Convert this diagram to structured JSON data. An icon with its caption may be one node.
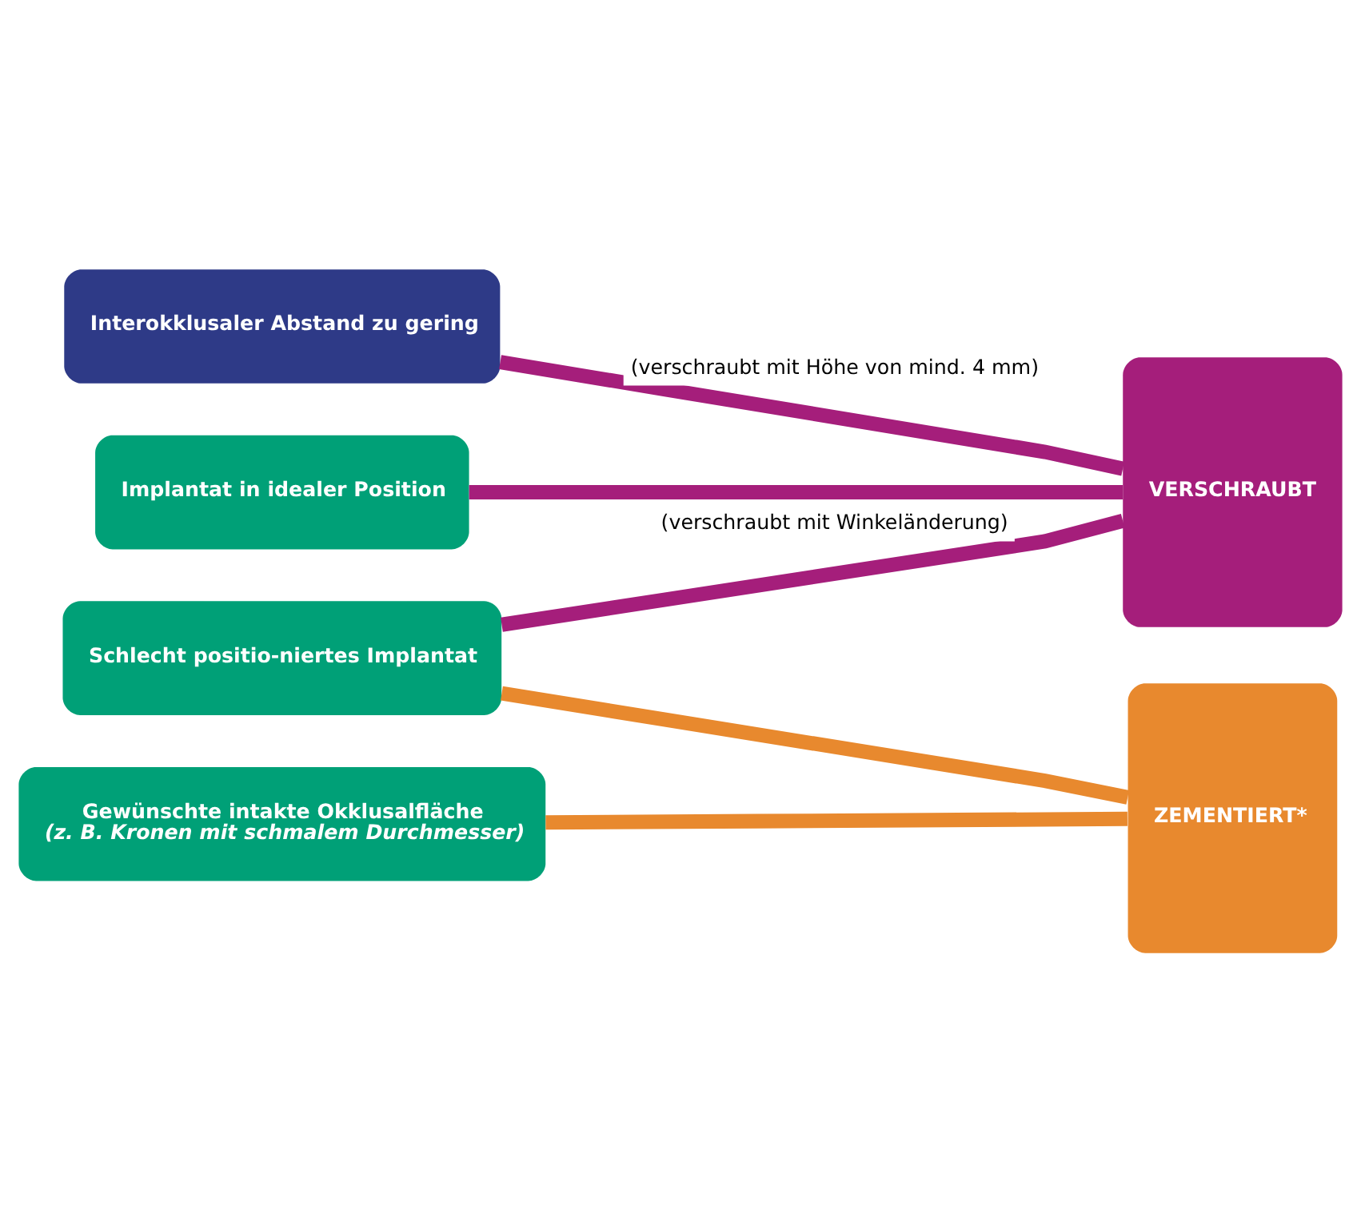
{
  "diagram": {
    "nodes": [
      {
        "text": [
          "Interokklusaler Abstand zu gering"
        ]
      },
      {
        "text": [
          "Implantat in idealer Position"
        ]
      },
      {
        "text": [
          "Schlecht positio-niertes Implantat"
        ]
      },
      {
        "text": [
          "Gewünschte intakte Okklusalfläche",
          "(z. B. Kronen mit schmalem Durchmesser)"
        ]
      },
      {
        "text": [
          "VERSCHRAUBT"
        ]
      },
      {
        "text": [
          "ZEMENTIERT*"
        ]
      }
    ],
    "edges": [
      {
        "from": 0,
        "to": 4,
        "arrow": "none",
        "label": "(verschraubt mit Höhe von mind. 4 mm)"
      },
      {
        "from": 1,
        "to": 4,
        "arrow": "none"
      },
      {
        "from": 2,
        "to": 4,
        "arrow": "none",
        "label": "(verschraubt mit Winkeländerung)"
      },
      {
        "from": 2,
        "to": 5,
        "arrow": "none",
        "color": "#e8892e"
      },
      {
        "from": 3,
        "to": 5,
        "arrow": "none",
        "color": "#e8892e"
      }
    ]
  }
}
